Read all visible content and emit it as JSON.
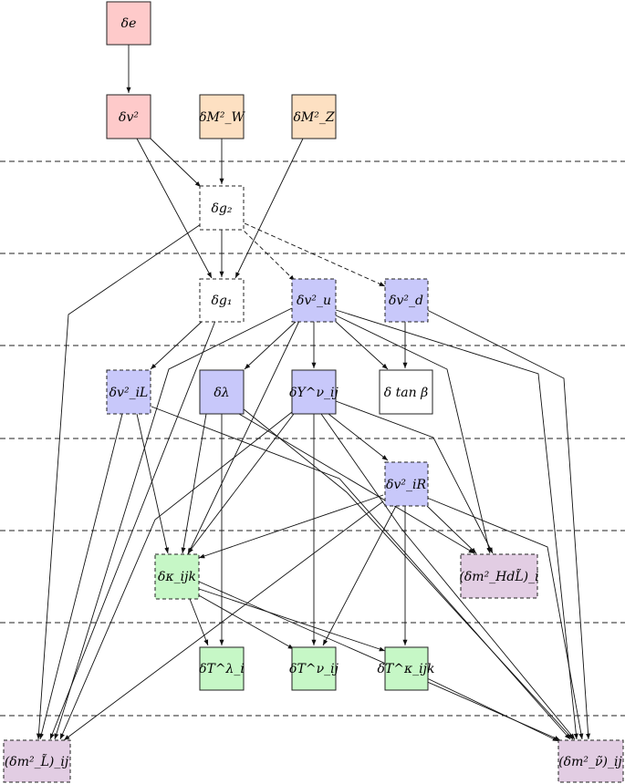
{
  "colors": {
    "red": "#fecaca",
    "orange": "#fde0c2",
    "white": "#ffffff",
    "blue": "#c8c8fa",
    "green": "#c6f7c6",
    "purple": "#e2cde3"
  },
  "nodes": {
    "de": {
      "label": "δe",
      "fill": "red",
      "dashed": false
    },
    "dv2": {
      "label": "δv²",
      "fill": "red",
      "dashed": false
    },
    "dMW2": {
      "label": "δM²_W",
      "fill": "orange",
      "dashed": false
    },
    "dMZ2": {
      "label": "δM²_Z",
      "fill": "orange",
      "dashed": false
    },
    "dg2": {
      "label": "δg₂",
      "fill": "white",
      "dashed": true
    },
    "dg1": {
      "label": "δg₁",
      "fill": "white",
      "dashed": true
    },
    "dvu2": {
      "label": "δv²_u",
      "fill": "blue",
      "dashed": true
    },
    "dvd2": {
      "label": "δv²_d",
      "fill": "blue",
      "dashed": true
    },
    "dviL2": {
      "label": "δv²_iL",
      "fill": "blue",
      "dashed": true
    },
    "dlambda": {
      "label": "δλ",
      "fill": "blue",
      "dashed": false
    },
    "dY": {
      "label": "δY^ν_ij",
      "fill": "blue",
      "dashed": false
    },
    "dtanb": {
      "label": "δ tan β",
      "fill": "white",
      "dashed": false
    },
    "dviR2": {
      "label": "δv²_iR",
      "fill": "blue",
      "dashed": true
    },
    "dkappa": {
      "label": "δκ_ijk",
      "fill": "green",
      "dashed": true
    },
    "dmHdL": {
      "label": "(δm²_HdL̃)_i",
      "fill": "purple",
      "dashed": true
    },
    "dTl": {
      "label": "δT^λ_i",
      "fill": "green",
      "dashed": false
    },
    "dTn": {
      "label": "δT^ν_ij",
      "fill": "green",
      "dashed": false
    },
    "dTk": {
      "label": "δT^κ_ijk",
      "fill": "green",
      "dashed": false
    },
    "dmL": {
      "label": "(δm²_L̃)_ij",
      "fill": "purple",
      "dashed": true
    },
    "dmnu": {
      "label": "(δm²_ν̃)_ij",
      "fill": "purple",
      "dashed": true
    }
  }
}
